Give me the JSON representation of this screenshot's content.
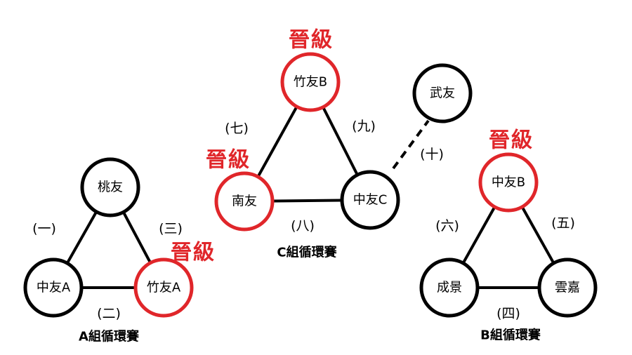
{
  "groups": {
    "a": {
      "title": "A組循環賽",
      "nodes": [
        "桃友",
        "中友A",
        "竹友A"
      ],
      "matches": [
        "(一)",
        "(二)",
        "(三)"
      ]
    },
    "c": {
      "title": "C組循環賽",
      "nodes": [
        "竹友B",
        "南友",
        "中友C"
      ],
      "matches": [
        "(七)",
        "(八)",
        "(九)"
      ]
    },
    "b": {
      "title": "B組循環賽",
      "nodes": [
        "中友B",
        "成景",
        "雲嘉"
      ],
      "matches": [
        "(四)",
        "(五)",
        "(六)"
      ]
    }
  },
  "extra": {
    "node": "武友",
    "match": "(十)"
  },
  "advance_label": "晉級",
  "colors": {
    "advance": "#e0262a",
    "default": "#000000"
  }
}
